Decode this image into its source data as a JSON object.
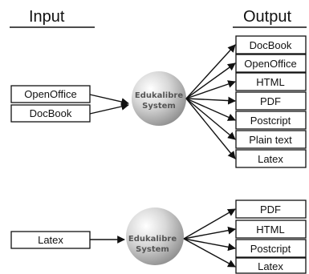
{
  "headers": {
    "input": "Input",
    "output": "Output"
  },
  "diagram1": {
    "inputs": [
      "OpenOffice",
      "DocBook"
    ],
    "system": {
      "line1": "Edukalibre",
      "line2": "System"
    },
    "outputs": [
      "DocBook",
      "OpenOffice",
      "HTML",
      "PDF",
      "Postcript",
      "Plain text",
      "Latex"
    ]
  },
  "diagram2": {
    "inputs": [
      "Latex"
    ],
    "system": {
      "line1": "Edukalibre",
      "line2": "System"
    },
    "outputs": [
      "PDF",
      "HTML",
      "Postcript",
      "Latex"
    ]
  },
  "colors": {
    "line": "#111111",
    "sphere_light": "#ffffff",
    "sphere_dark": "#8c8c8c",
    "sphere_text": "#555555"
  }
}
